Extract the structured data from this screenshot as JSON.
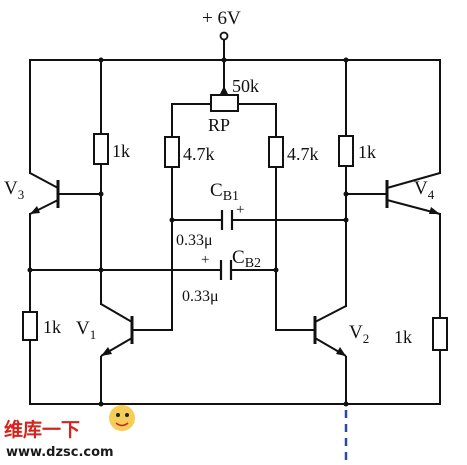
{
  "supply": {
    "label": "+ 6V"
  },
  "potentiometer": {
    "value": "50k",
    "name": "RP"
  },
  "resistors": {
    "r_left_top": "1k",
    "r_left_mid": "4.7k",
    "r_right_mid": "4.7k",
    "r_right_top": "1k",
    "r_left_bottom": "1k",
    "r_right_bottom": "1k"
  },
  "capacitors": {
    "cb1": {
      "name_main": "C",
      "name_sub": "B1",
      "value": "0.33μ",
      "polarity": "+"
    },
    "cb2": {
      "name_main": "C",
      "name_sub": "B2",
      "value": "0.33μ",
      "polarity": "+"
    }
  },
  "transistors": {
    "v1": {
      "main": "V",
      "sub": "1"
    },
    "v2": {
      "main": "V",
      "sub": "2"
    },
    "v3": {
      "main": "V",
      "sub": "3"
    },
    "v4": {
      "main": "V",
      "sub": "4"
    }
  },
  "watermark": {
    "brand": "维库一下",
    "url": "www.dzsc.com",
    "colors": {
      "brand": "#d8231c",
      "url": "#1a1a1a"
    }
  },
  "colors": {
    "wire": "#111111",
    "ground_dashes": "#2a4aa0"
  }
}
